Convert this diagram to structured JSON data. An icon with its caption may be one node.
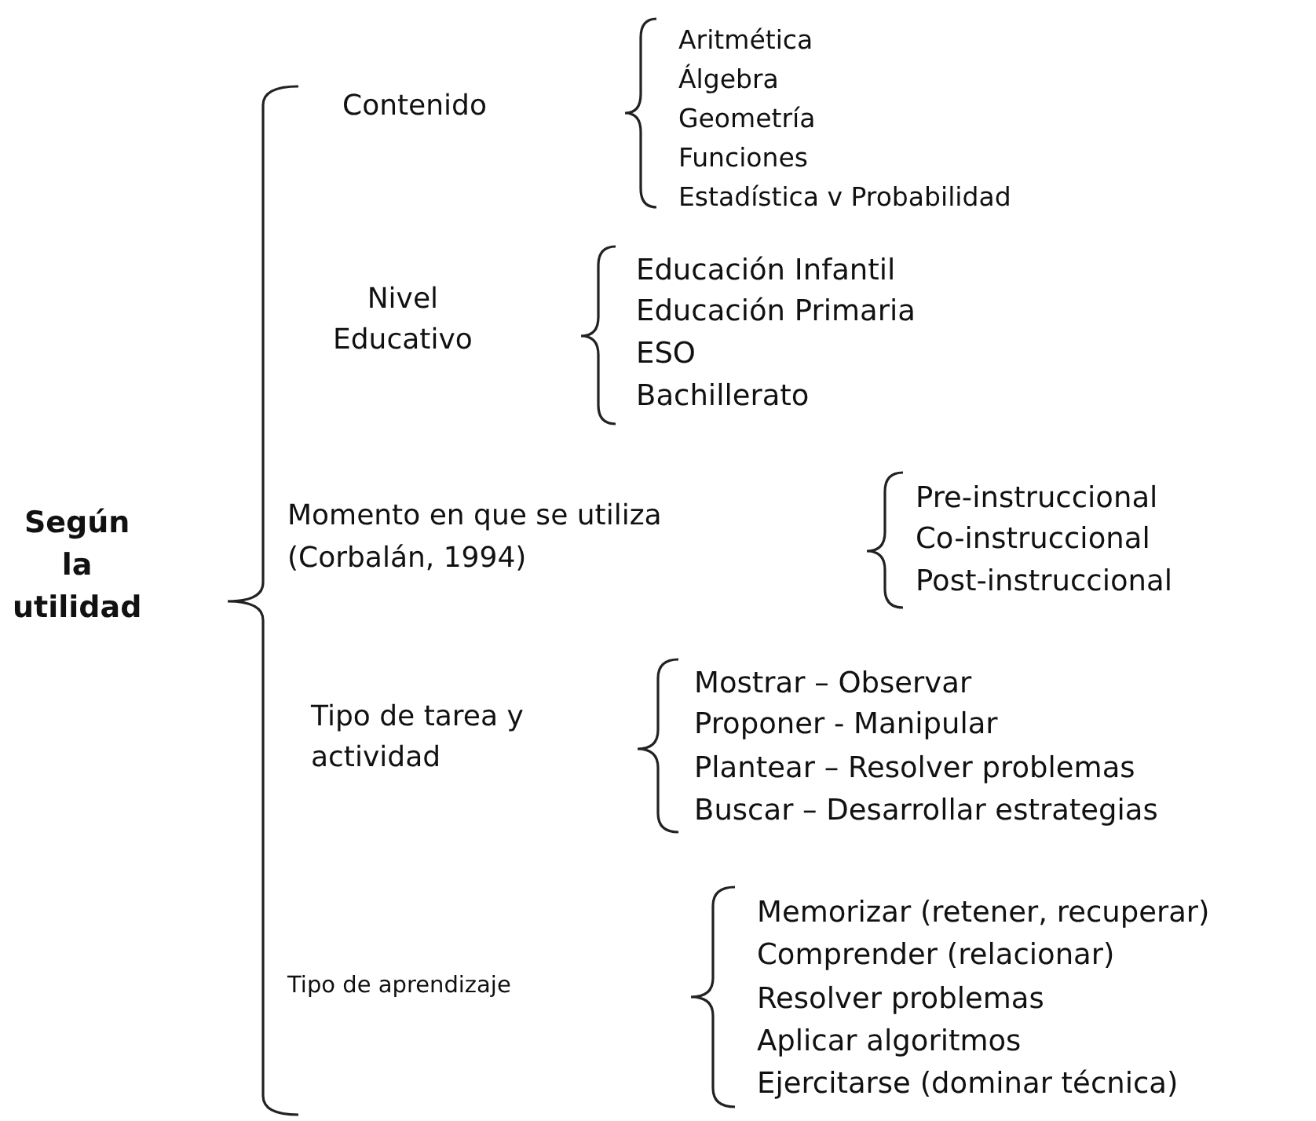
{
  "diagram": {
    "labels": [
      "Según la utilidad",
      "Contenido",
      "Aritmética",
      "Álgebra",
      "Geometría",
      "Funciones",
      "Estadística v Probabilidad",
      "Nivel Educativo",
      "Educación Infantil",
      "Educación Primaria",
      "ESO",
      "Bachillerato",
      "Momento en que se utiliza (Corbalán, 1994)",
      "Pre-instruccional",
      "Co-instruccional",
      "Post-instruccional",
      "Tipo de tarea y actividad",
      "Mostrar – Observar",
      "Proponer - Manipular",
      "Plantear – Resolver problemas",
      "Buscar – Desarrollar estrategias",
      "Tipo de aprendizaje",
      "Memorizar (retener, recuperar)",
      "Comprender (relacionar)",
      "Resolver problemas",
      "Aplicar algoritmos",
      "Ejercitarse (dominar técnica)"
    ]
  }
}
